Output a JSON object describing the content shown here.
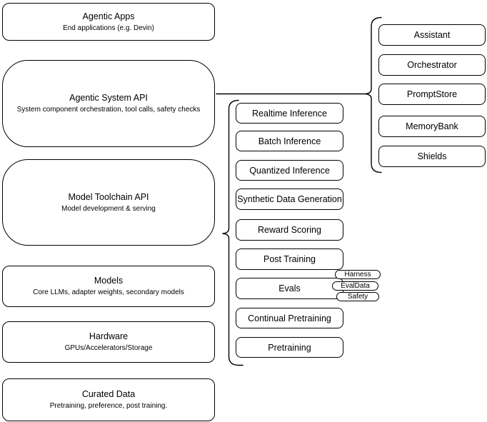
{
  "diagram": {
    "stroke_color": "#000000",
    "background_color": "#ffffff",
    "left_column": {
      "boxes": [
        {
          "title": "Agentic Apps",
          "subtitle": "End applications (e.g. Devin)"
        },
        {
          "title": "Agentic System API",
          "subtitle": "System component orchestration, tool calls, safety checks"
        },
        {
          "title": "Model Toolchain API",
          "subtitle": "Model development & serving"
        },
        {
          "title": "Models",
          "subtitle": "Core LLMs, adapter weights, secondary models"
        },
        {
          "title": "Hardware",
          "subtitle": "GPUs/Accelerators/Storage"
        },
        {
          "title": "Curated Data",
          "subtitle": "Pretraining, preference, post training."
        }
      ]
    },
    "toolchain_services": {
      "items": [
        "Realtime Inference",
        "Batch Inference",
        "Quantized Inference",
        "Synthetic Data Generation",
        "Reward Scoring",
        "Post Training",
        "Evals",
        "Continual Pretraining",
        "Pretraining"
      ]
    },
    "eval_tags": [
      "Harness",
      "EvalData",
      "Safety"
    ],
    "system_components": [
      "Assistant",
      "Orchestrator",
      "PromptStore",
      "MemoryBank",
      "Shields"
    ]
  }
}
